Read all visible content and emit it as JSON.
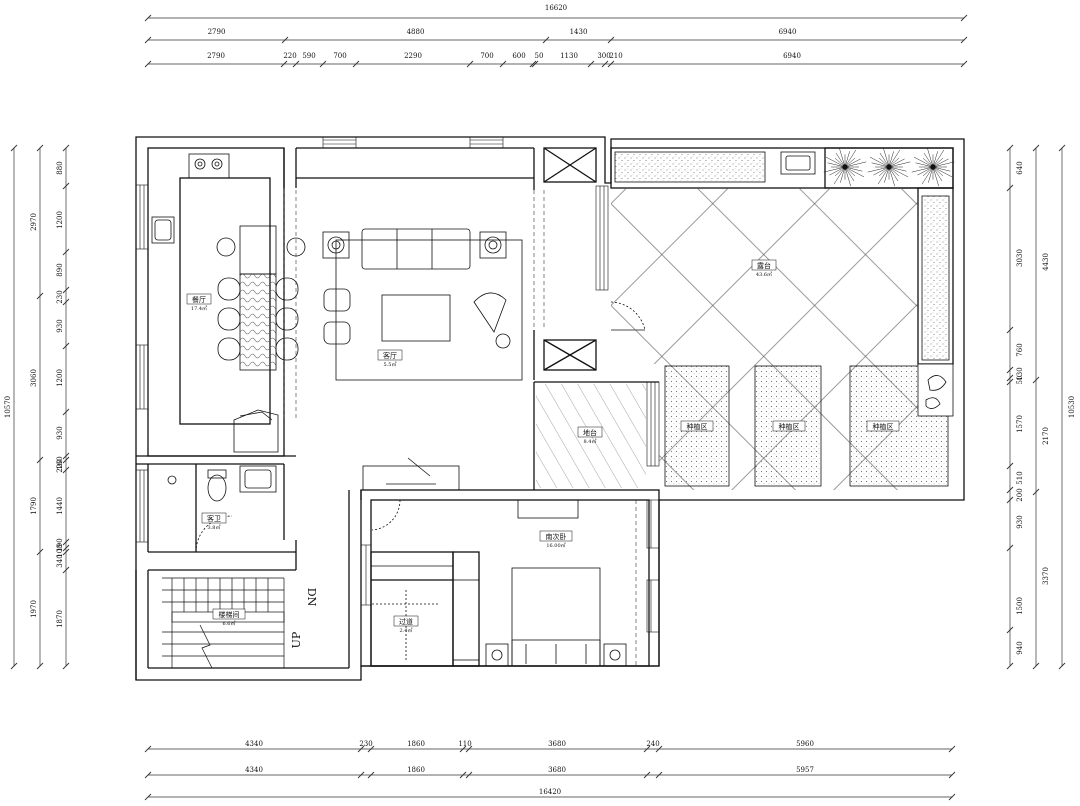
{
  "dimensions": {
    "top_overall": "16620",
    "top_row1": [
      "2790",
      "4880",
      "1430",
      "6940"
    ],
    "top_row2": [
      "2790",
      "220",
      "590",
      "700",
      "2290",
      "700",
      "600",
      "50",
      "1130",
      "300",
      "210",
      "6940"
    ],
    "bottom_row1": [
      "4340",
      "230",
      "1860",
      "110",
      "3680",
      "240",
      "5960"
    ],
    "bottom_row2": [
      "4340",
      "1860",
      "3680",
      "5957"
    ],
    "bottom_overall": "16420",
    "left_overall": "10570",
    "left_outer": [
      "2970",
      "3060",
      "1790",
      "1970"
    ],
    "left_inner": [
      "880",
      "1200",
      "890",
      "230",
      "930",
      "1200",
      "930",
      "160",
      "220",
      "1440",
      "190",
      "100",
      "340",
      "1870"
    ],
    "right_overall": "10530",
    "right_outer": [
      "4430",
      "2170",
      "3370"
    ],
    "right_inner": [
      "640",
      "3030",
      "760",
      "130",
      "50",
      "1570",
      "510",
      "200",
      "930",
      "1500",
      "940"
    ]
  },
  "rooms": [
    {
      "name": "餐厅",
      "area": "17.4㎡"
    },
    {
      "name": "客厅",
      "area": "5.5㎡"
    },
    {
      "name": "露台",
      "area": "43.6㎡"
    },
    {
      "name": "地台",
      "area": "8.4㎡"
    },
    {
      "name": "客卫",
      "area": "3.8㎡"
    },
    {
      "name": "南次卧",
      "area": "16.00㎡"
    },
    {
      "name": "过道",
      "area": "2.4㎡"
    },
    {
      "name": "楼梯间",
      "area": "6.6㎡"
    },
    {
      "name": "种植区",
      "area": ""
    },
    {
      "name": "种植区",
      "area": ""
    },
    {
      "name": "种植区",
      "area": ""
    }
  ],
  "stair_labels": {
    "down": "DN",
    "up": "UP"
  },
  "colors": {
    "line": "#111111",
    "background": "#ffffff",
    "dim_line": "#333333"
  }
}
